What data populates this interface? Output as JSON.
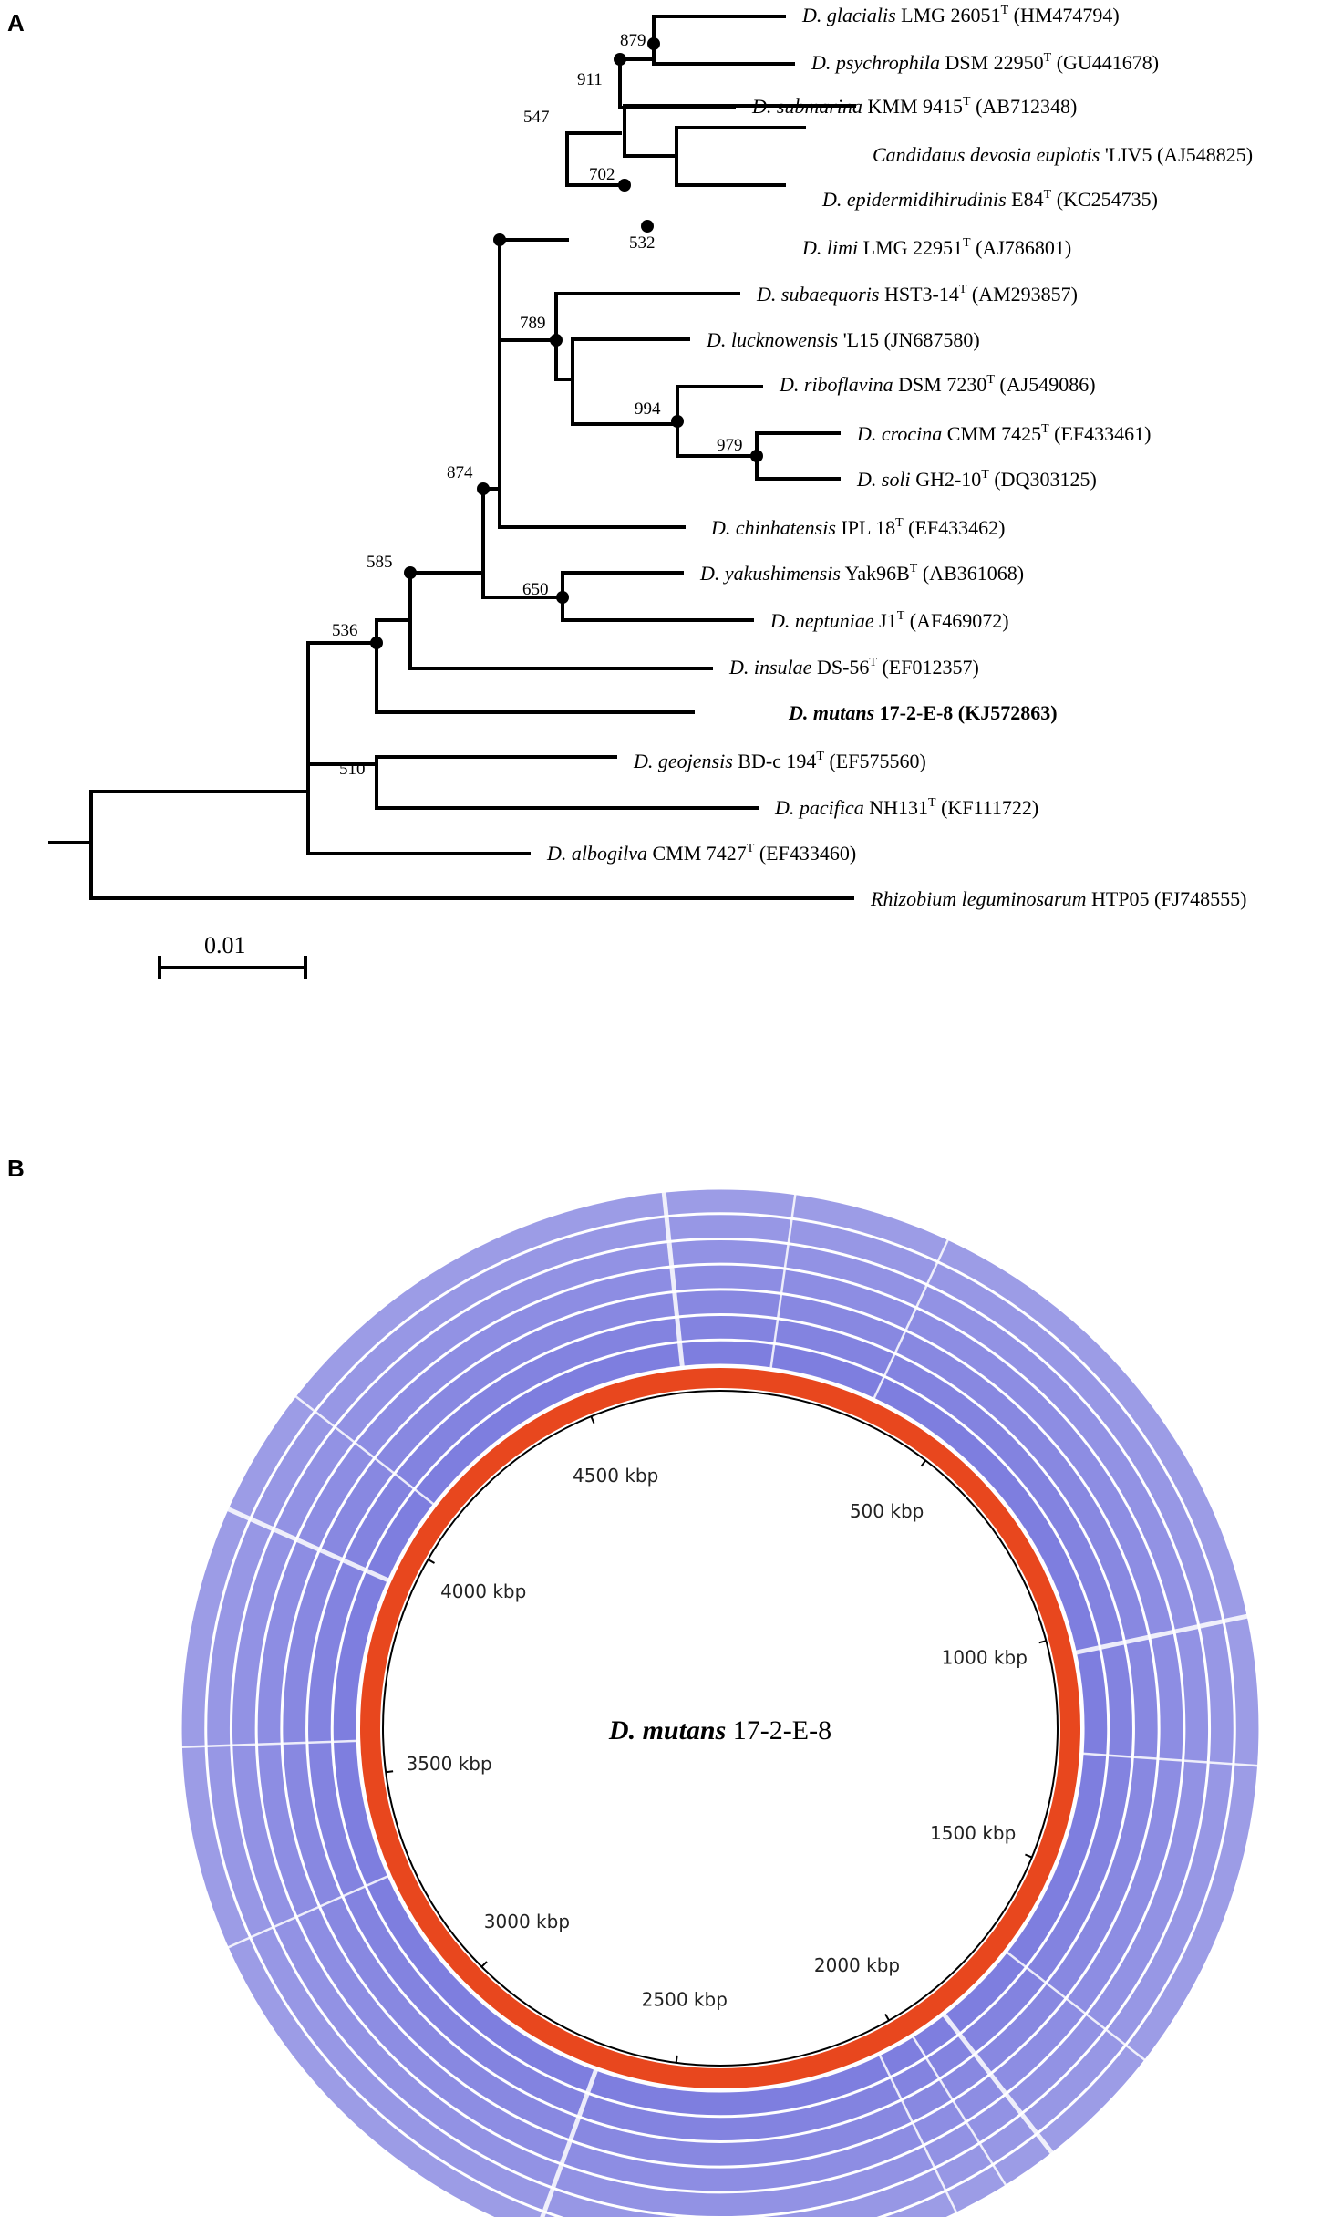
{
  "panels": {
    "a": {
      "letter": "A",
      "scale_bar": {
        "label": "0.01",
        "value": 0.01
      },
      "leaves": [
        {
          "id": "glacialis",
          "italic": "D. glacialis",
          "rest": " LMG 26051",
          "sup": "T",
          "acc": " (HM474794)",
          "bold": false
        },
        {
          "id": "psychrophila",
          "italic": "D. psychrophila",
          "rest": " DSM 22950",
          "sup": "T",
          "acc": " (GU441678)",
          "bold": false
        },
        {
          "id": "submarina",
          "italic": "D. submarina",
          "rest": " KMM 9415",
          "sup": "T",
          "acc": " (AB712348)",
          "bold": false
        },
        {
          "id": "euplotis",
          "italic": "Candidatus devosia euplotis",
          "rest": " 'LIV5",
          "sup": "",
          "acc": " (AJ548825)",
          "bold": false
        },
        {
          "id": "epidermidihirudinis",
          "italic": "D. epidermidihirudinis",
          "rest": " E84",
          "sup": "T",
          "acc": " (KC254735)",
          "bold": false
        },
        {
          "id": "limi",
          "italic": "D. limi",
          "rest": " LMG 22951",
          "sup": "T",
          "acc": " (AJ786801)",
          "bold": false
        },
        {
          "id": "subaequoris",
          "italic": "D. subaequoris",
          "rest": " HST3-14",
          "sup": "T",
          "acc": " (AM293857)",
          "bold": false
        },
        {
          "id": "lucknowensis",
          "italic": "D. lucknowensis",
          "rest": " 'L15",
          "sup": "",
          "acc": " (JN687580)",
          "bold": false
        },
        {
          "id": "riboflavina",
          "italic": "D. riboflavina",
          "rest": " DSM 7230",
          "sup": "T",
          "acc": " (AJ549086)",
          "bold": false
        },
        {
          "id": "crocina",
          "italic": "D. crocina",
          "rest": " CMM 7425",
          "sup": "T",
          "acc": " (EF433461)",
          "bold": false
        },
        {
          "id": "soli",
          "italic": "D. soli",
          "rest": " GH2-10",
          "sup": "T",
          "acc": " (DQ303125)",
          "bold": false
        },
        {
          "id": "chinhatensis",
          "italic": "D. chinhatensis",
          "rest": " IPL 18",
          "sup": "T",
          "acc": " (EF433462)",
          "bold": false
        },
        {
          "id": "yakushimensis",
          "italic": "D. yakushimensis",
          "rest": " Yak96B",
          "sup": "T",
          "acc": " (AB361068)",
          "bold": false
        },
        {
          "id": "neptuniae",
          "italic": "D. neptuniae",
          "rest": " J1",
          "sup": "T",
          "acc": " (AF469072)",
          "bold": false
        },
        {
          "id": "insulae",
          "italic": "D. insulae",
          "rest": " DS-56",
          "sup": "T",
          "acc": " (EF012357)",
          "bold": false
        },
        {
          "id": "mutans",
          "italic": "D. mutans",
          "rest": " 17-2-E-8 (KJ572863)",
          "sup": "",
          "acc": "",
          "bold": true
        },
        {
          "id": "geojensis",
          "italic": "D. geojensis",
          "rest": " BD-c 194",
          "sup": "T",
          "acc": " (EF575560)",
          "bold": false
        },
        {
          "id": "pacifica",
          "italic": "D. pacifica",
          "rest": " NH131",
          "sup": "T",
          "acc": " (KF111722)",
          "bold": false
        },
        {
          "id": "albogilva",
          "italic": "D. albogilva",
          "rest": " CMM 7427",
          "sup": "T",
          "acc": " (EF433460)",
          "bold": false
        },
        {
          "id": "rhizobium",
          "italic": "Rhizobium leguminosarum",
          "rest": " HTP05 (FJ748555)",
          "sup": "",
          "acc": "",
          "bold": false
        }
      ],
      "bootstrap": [
        "879",
        "911",
        "547",
        "702",
        "532",
        "789",
        "994",
        "979",
        "874",
        "650",
        "585",
        "536",
        "510"
      ]
    },
    "b": {
      "letter": "B",
      "center_title_italic": "D. mutans",
      "center_title_rest": " 17-2-E-8",
      "genome_length_kbp": 4800,
      "track_count": 7,
      "ticks": [
        {
          "label": "500 kbp",
          "kbp": 500
        },
        {
          "label": "1000 kbp",
          "kbp": 1000
        },
        {
          "label": "1500 kbp",
          "kbp": 1500
        },
        {
          "label": "2000 kbp",
          "kbp": 2000
        },
        {
          "label": "2500 kbp",
          "kbp": 2500
        },
        {
          "label": "3000 kbp",
          "kbp": 3000
        },
        {
          "label": "3500 kbp",
          "kbp": 3500
        },
        {
          "label": "4000 kbp",
          "kbp": 4000
        },
        {
          "label": "4500 kbp",
          "kbp": 4500
        }
      ],
      "colors": {
        "backbone": "#e8471e",
        "identity": "#5a5ad6",
        "gap": "#ffffff"
      }
    }
  }
}
